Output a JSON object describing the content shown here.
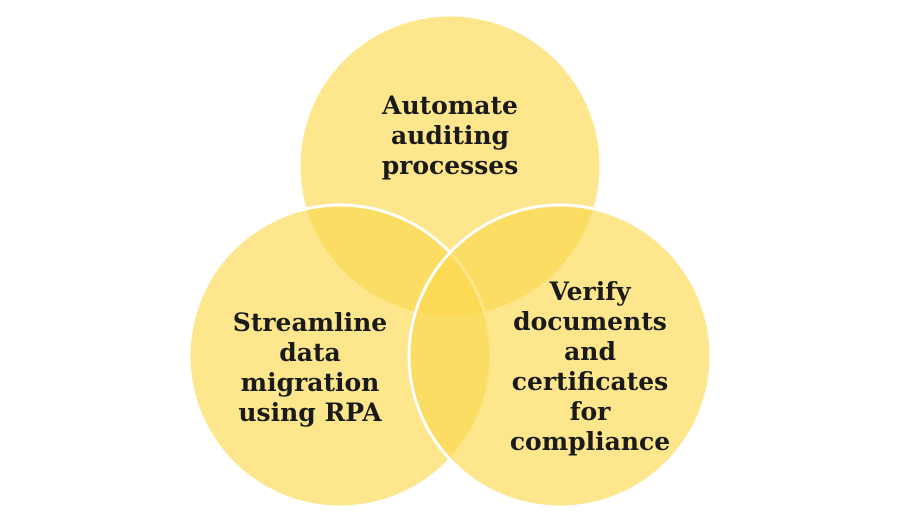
{
  "diagram": {
    "type": "venn",
    "fill_color": "#fcd94f",
    "fill_opacity": 0.65,
    "stroke_color": "#ffffff",
    "sets": [
      {
        "id": "top",
        "label": "Automate\nauditing\nprocesses"
      },
      {
        "id": "left",
        "label": "Streamline\ndata\nmigration\nusing RPA"
      },
      {
        "id": "right",
        "label": "Verify\ndocuments\nand\ncertificates\nfor\ncompliance"
      }
    ]
  }
}
